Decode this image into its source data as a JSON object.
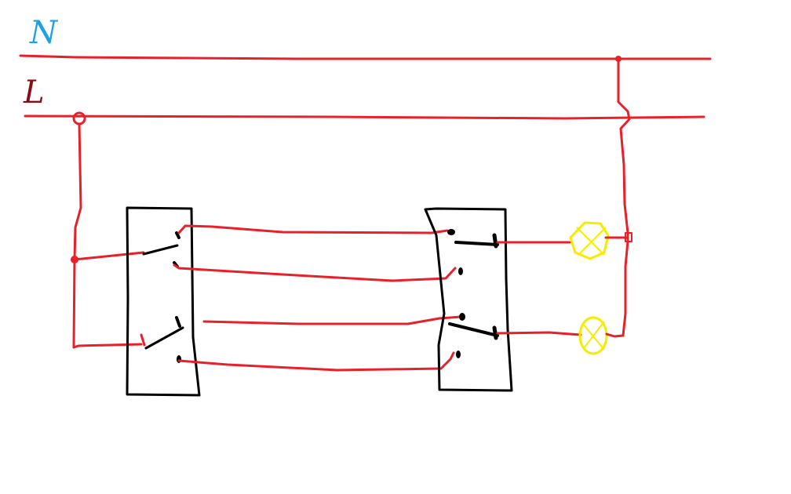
{
  "labels": {
    "neutral": "N",
    "live": "L"
  },
  "colors": {
    "neutral_label": "#1ea0e6",
    "live_label": "#8b0a14",
    "wire": "#e8202a",
    "switch_outline": "#000000",
    "lamp": "#f5ec00",
    "background": "#ffffff"
  },
  "components": {
    "switches": 2,
    "switch_contacts_each": 2,
    "lamps": 2
  }
}
